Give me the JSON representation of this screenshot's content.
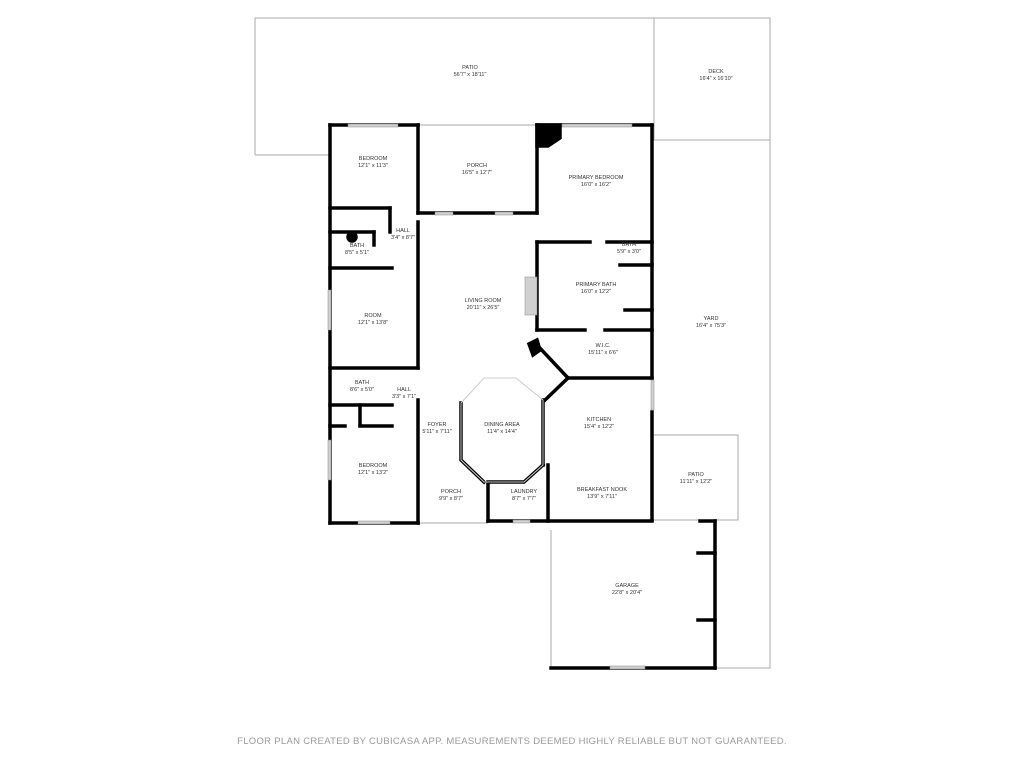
{
  "rooms": [
    {
      "name": "PATIO",
      "dims": "56'7\" x 18'11\""
    },
    {
      "name": "DECK",
      "dims": "16'4\" x 16'10\""
    },
    {
      "name": "BEDROOM",
      "dims": "12'1\" x 11'3\""
    },
    {
      "name": "PORCH",
      "dims": "16'5\" x 12'7\""
    },
    {
      "name": "PRIMARY BEDROOM",
      "dims": "16'0\" x 16'2\""
    },
    {
      "name": "HALL",
      "dims": "3'4\" x 8'7\""
    },
    {
      "name": "BATH",
      "dims": "8'5\" x 5'1\""
    },
    {
      "name": "BATH",
      "dims": "5'9\" x 3'0\""
    },
    {
      "name": "PRIMARY BATH",
      "dims": "16'0\" x 12'2\""
    },
    {
      "name": "LIVING ROOM",
      "dims": "20'11\" x 26'5\""
    },
    {
      "name": "ROOM",
      "dims": "12'1\" x 13'8\""
    },
    {
      "name": "W.I.C.",
      "dims": "15'11\" x 6'6\""
    },
    {
      "name": "YARD",
      "dims": "16'4\" x 75'3\""
    },
    {
      "name": "BATH",
      "dims": "8'6\" x 5'0\""
    },
    {
      "name": "HALL",
      "dims": "3'3\" x 7'1\""
    },
    {
      "name": "FOYER",
      "dims": "5'11\" x 7'11\""
    },
    {
      "name": "DINING AREA",
      "dims": "11'4\" x 14'4\""
    },
    {
      "name": "KITCHEN",
      "dims": "15'4\" x 12'2\""
    },
    {
      "name": "PATIO",
      "dims": "11'11\" x 12'2\""
    },
    {
      "name": "BEDROOM",
      "dims": "12'1\" x 13'2\""
    },
    {
      "name": "PORCH",
      "dims": "9'9\" x 8'7\""
    },
    {
      "name": "LAUNDRY",
      "dims": "8'7\" x 7'7\""
    },
    {
      "name": "BREAKFAST NOOK",
      "dims": "13'9\" x 7'11\""
    },
    {
      "name": "GARAGE",
      "dims": "22'8\" x 20'4\""
    }
  ],
  "footer": "FLOOR PLAN CREATED BY CUBICASA APP. MEASUREMENTS DEEMED HIGHLY RELIABLE BUT NOT GUARANTEED.",
  "colors": {
    "wall": "#000000",
    "outline": "#aaaaaa",
    "window": "#d0d0d0",
    "text": "#333333",
    "footer": "#9a9a9a"
  }
}
